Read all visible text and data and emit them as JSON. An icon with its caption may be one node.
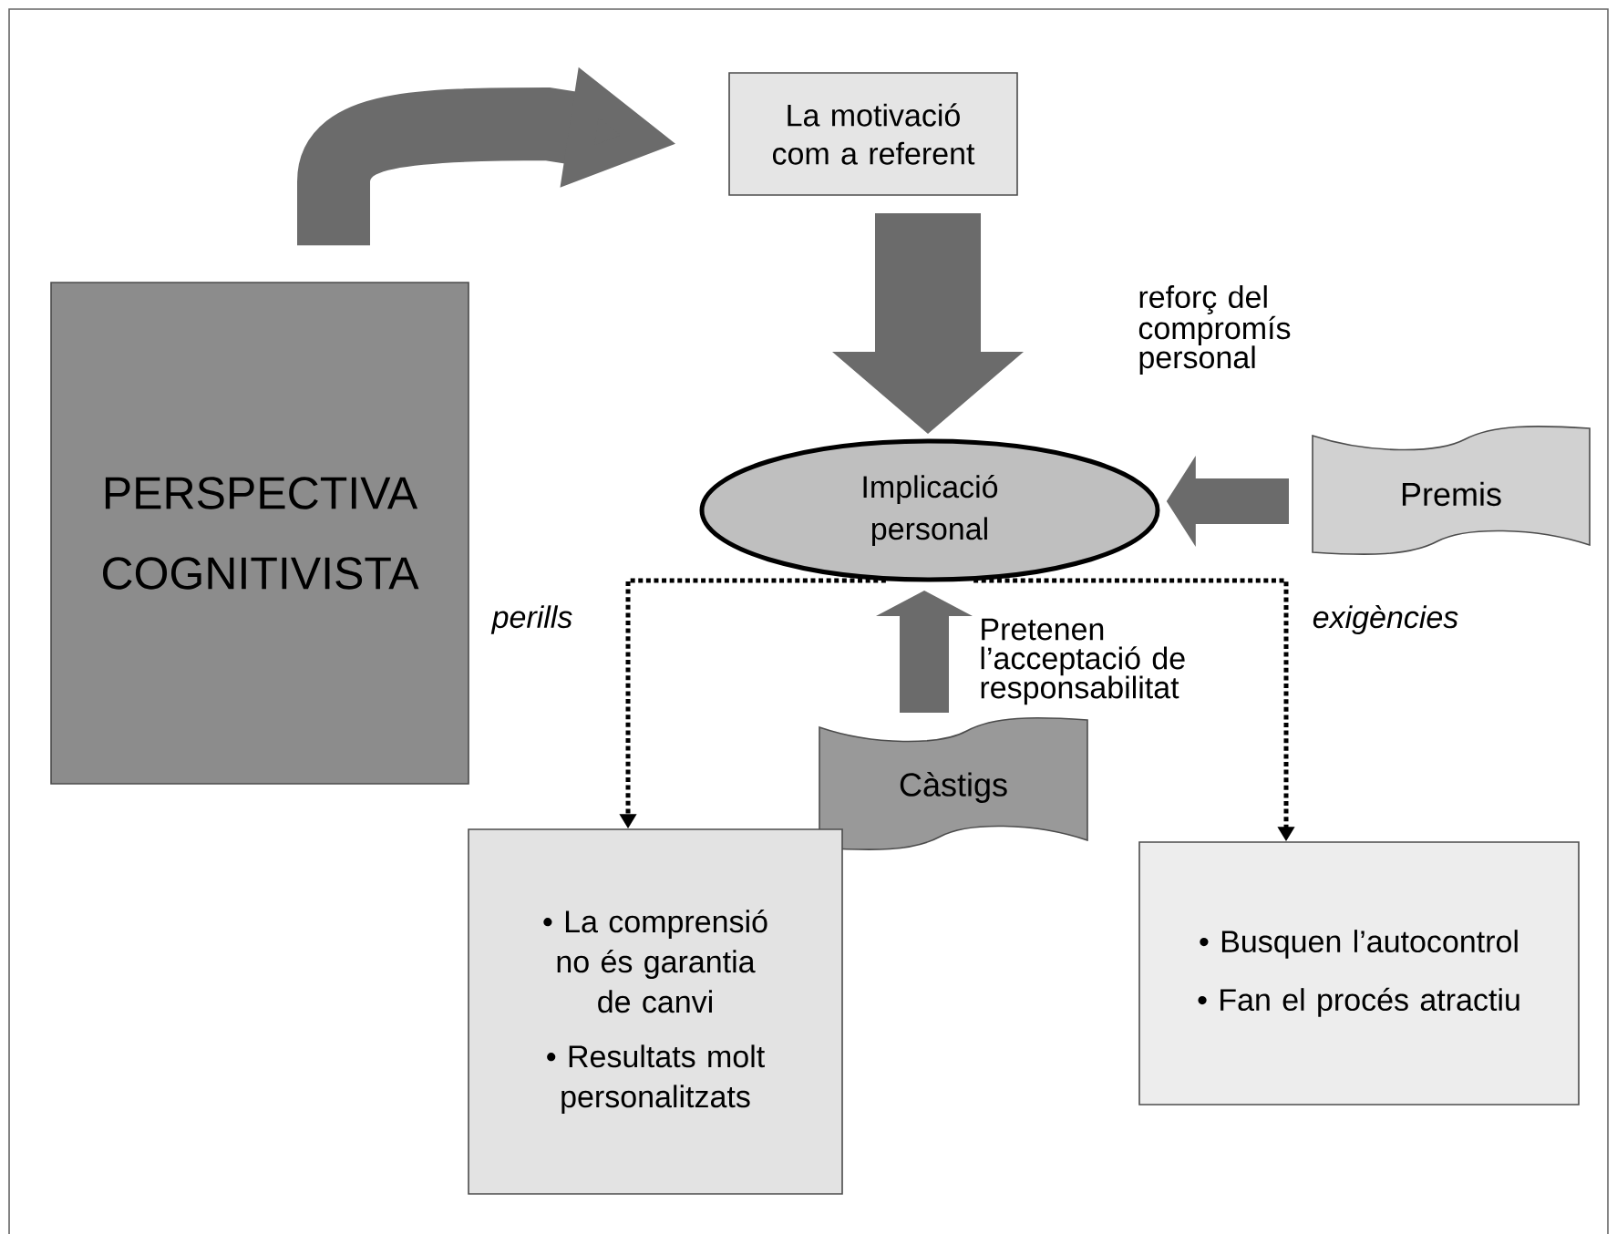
{
  "diagram": {
    "nodes": [
      {
        "text": [
          "PERSPECTIVA COGNITIVISTA"
        ]
      },
      {
        "text": [
          "La motivació com a referent"
        ]
      },
      {
        "text": [
          "Implicació personal"
        ]
      },
      {
        "text": [
          "Premis"
        ]
      },
      {
        "text": [
          "Càstigs"
        ]
      },
      {
        "text": [
          "• La comprensió no és garantia de canvi",
          "• Resultats molt personalitzats"
        ]
      },
      {
        "text": [
          "• Busquen l’autocontrol",
          "• Fan el procés atractiu"
        ]
      }
    ],
    "edges": [
      {
        "from": 0,
        "to": 1,
        "arrow": "to",
        "style": "thick",
        "color": "#6b6b6b"
      },
      {
        "from": 1,
        "to": 2,
        "arrow": "to",
        "style": "thick",
        "color": "#6b6b6b"
      },
      {
        "from": 3,
        "to": 2,
        "arrow": "to",
        "label": "reforç del compromís personal",
        "style": "thick",
        "color": "#6b6b6b"
      },
      {
        "from": 4,
        "to": 2,
        "arrow": "to",
        "label": "Pretenen l’acceptació de responsabilitat",
        "style": "thick",
        "color": "#6b6b6b"
      },
      {
        "from": 2,
        "to": 5,
        "arrow": "to",
        "label": "perills",
        "style": "dashed",
        "color": "#000000"
      },
      {
        "from": 2,
        "to": 6,
        "arrow": "to",
        "label": "exigències",
        "style": "dashed",
        "color": "#000000"
      }
    ]
  }
}
